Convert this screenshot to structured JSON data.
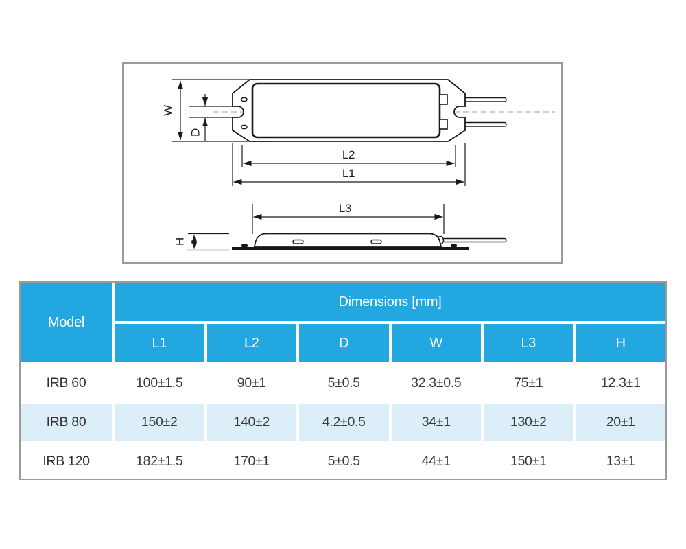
{
  "diagram": {
    "labels": {
      "w": "W",
      "d": "D",
      "l2": "L2",
      "l1": "L1",
      "l3": "L3",
      "h": "H"
    }
  },
  "table": {
    "model_header": "Model",
    "dimensions_header": "Dimensions [mm]",
    "columns": [
      "L1",
      "L2",
      "D",
      "W",
      "L3",
      "H"
    ],
    "rows": [
      {
        "model": "IRB 60",
        "values": [
          "100±1.5",
          "90±1",
          "5±0.5",
          "32.3±0.5",
          "75±1",
          "12.3±1"
        ]
      },
      {
        "model": "IRB 80",
        "values": [
          "150±2",
          "140±2",
          "4.2±0.5",
          "34±1",
          "130±2",
          "20±1"
        ]
      },
      {
        "model": "IRB 120",
        "values": [
          "182±1.5",
          "170±1",
          "5±0.5",
          "44±1",
          "150±1",
          "13±1"
        ]
      }
    ]
  },
  "colors": {
    "header_blue": "#22a7e0",
    "alt_row_blue": "#dceef8",
    "panel_border": "#9a9a9a"
  }
}
